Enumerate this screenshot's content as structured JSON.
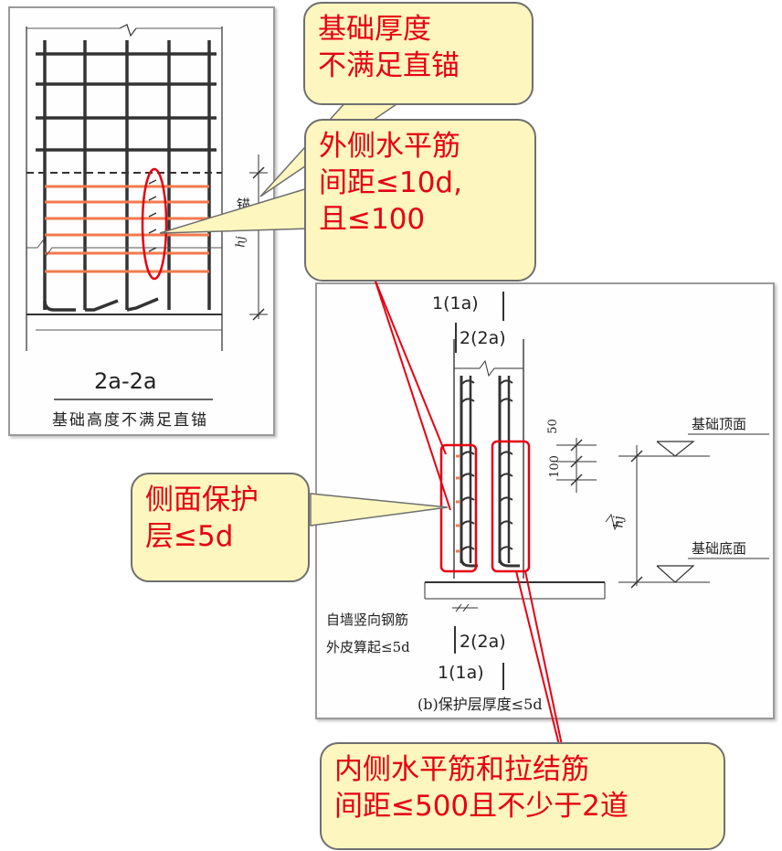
{
  "left_drawing": {
    "section_title": "2a-2a",
    "caption": "基础高度不满足直锚",
    "dim_label_1": "锚",
    "dim_label_2": "hj"
  },
  "right_drawing": {
    "bar_top_1": "1(1a)",
    "bar_top_2": "2(2a)",
    "dim_50": "50",
    "dim_100": "100",
    "dim_hj": "hj",
    "label_top": "基础顶面",
    "label_bottom": "基础底面",
    "note_line1": "自墙竖向钢筋",
    "note_line2": "外皮算起≤5d",
    "bar_bottom_2": "2(2a)",
    "bar_bottom_1": "1(1a)",
    "caption": "(b)保护层厚度≤5d"
  },
  "callouts": {
    "foundation": [
      "基础厚度",
      "不满足直锚"
    ],
    "outer_bars": [
      "外侧水平筋",
      "间距≤10d,",
      "且≤100"
    ],
    "cover": [
      "侧面保护",
      "层≤5d"
    ],
    "inner_bars": [
      "内侧水平筋和拉结筋",
      "间距≤500且不少于2道"
    ]
  },
  "colors": {
    "callout_fill": "#fdf6be",
    "callout_text": "#e60012",
    "highlight": "#e60012",
    "rebar_orange": "#f27a4d"
  }
}
